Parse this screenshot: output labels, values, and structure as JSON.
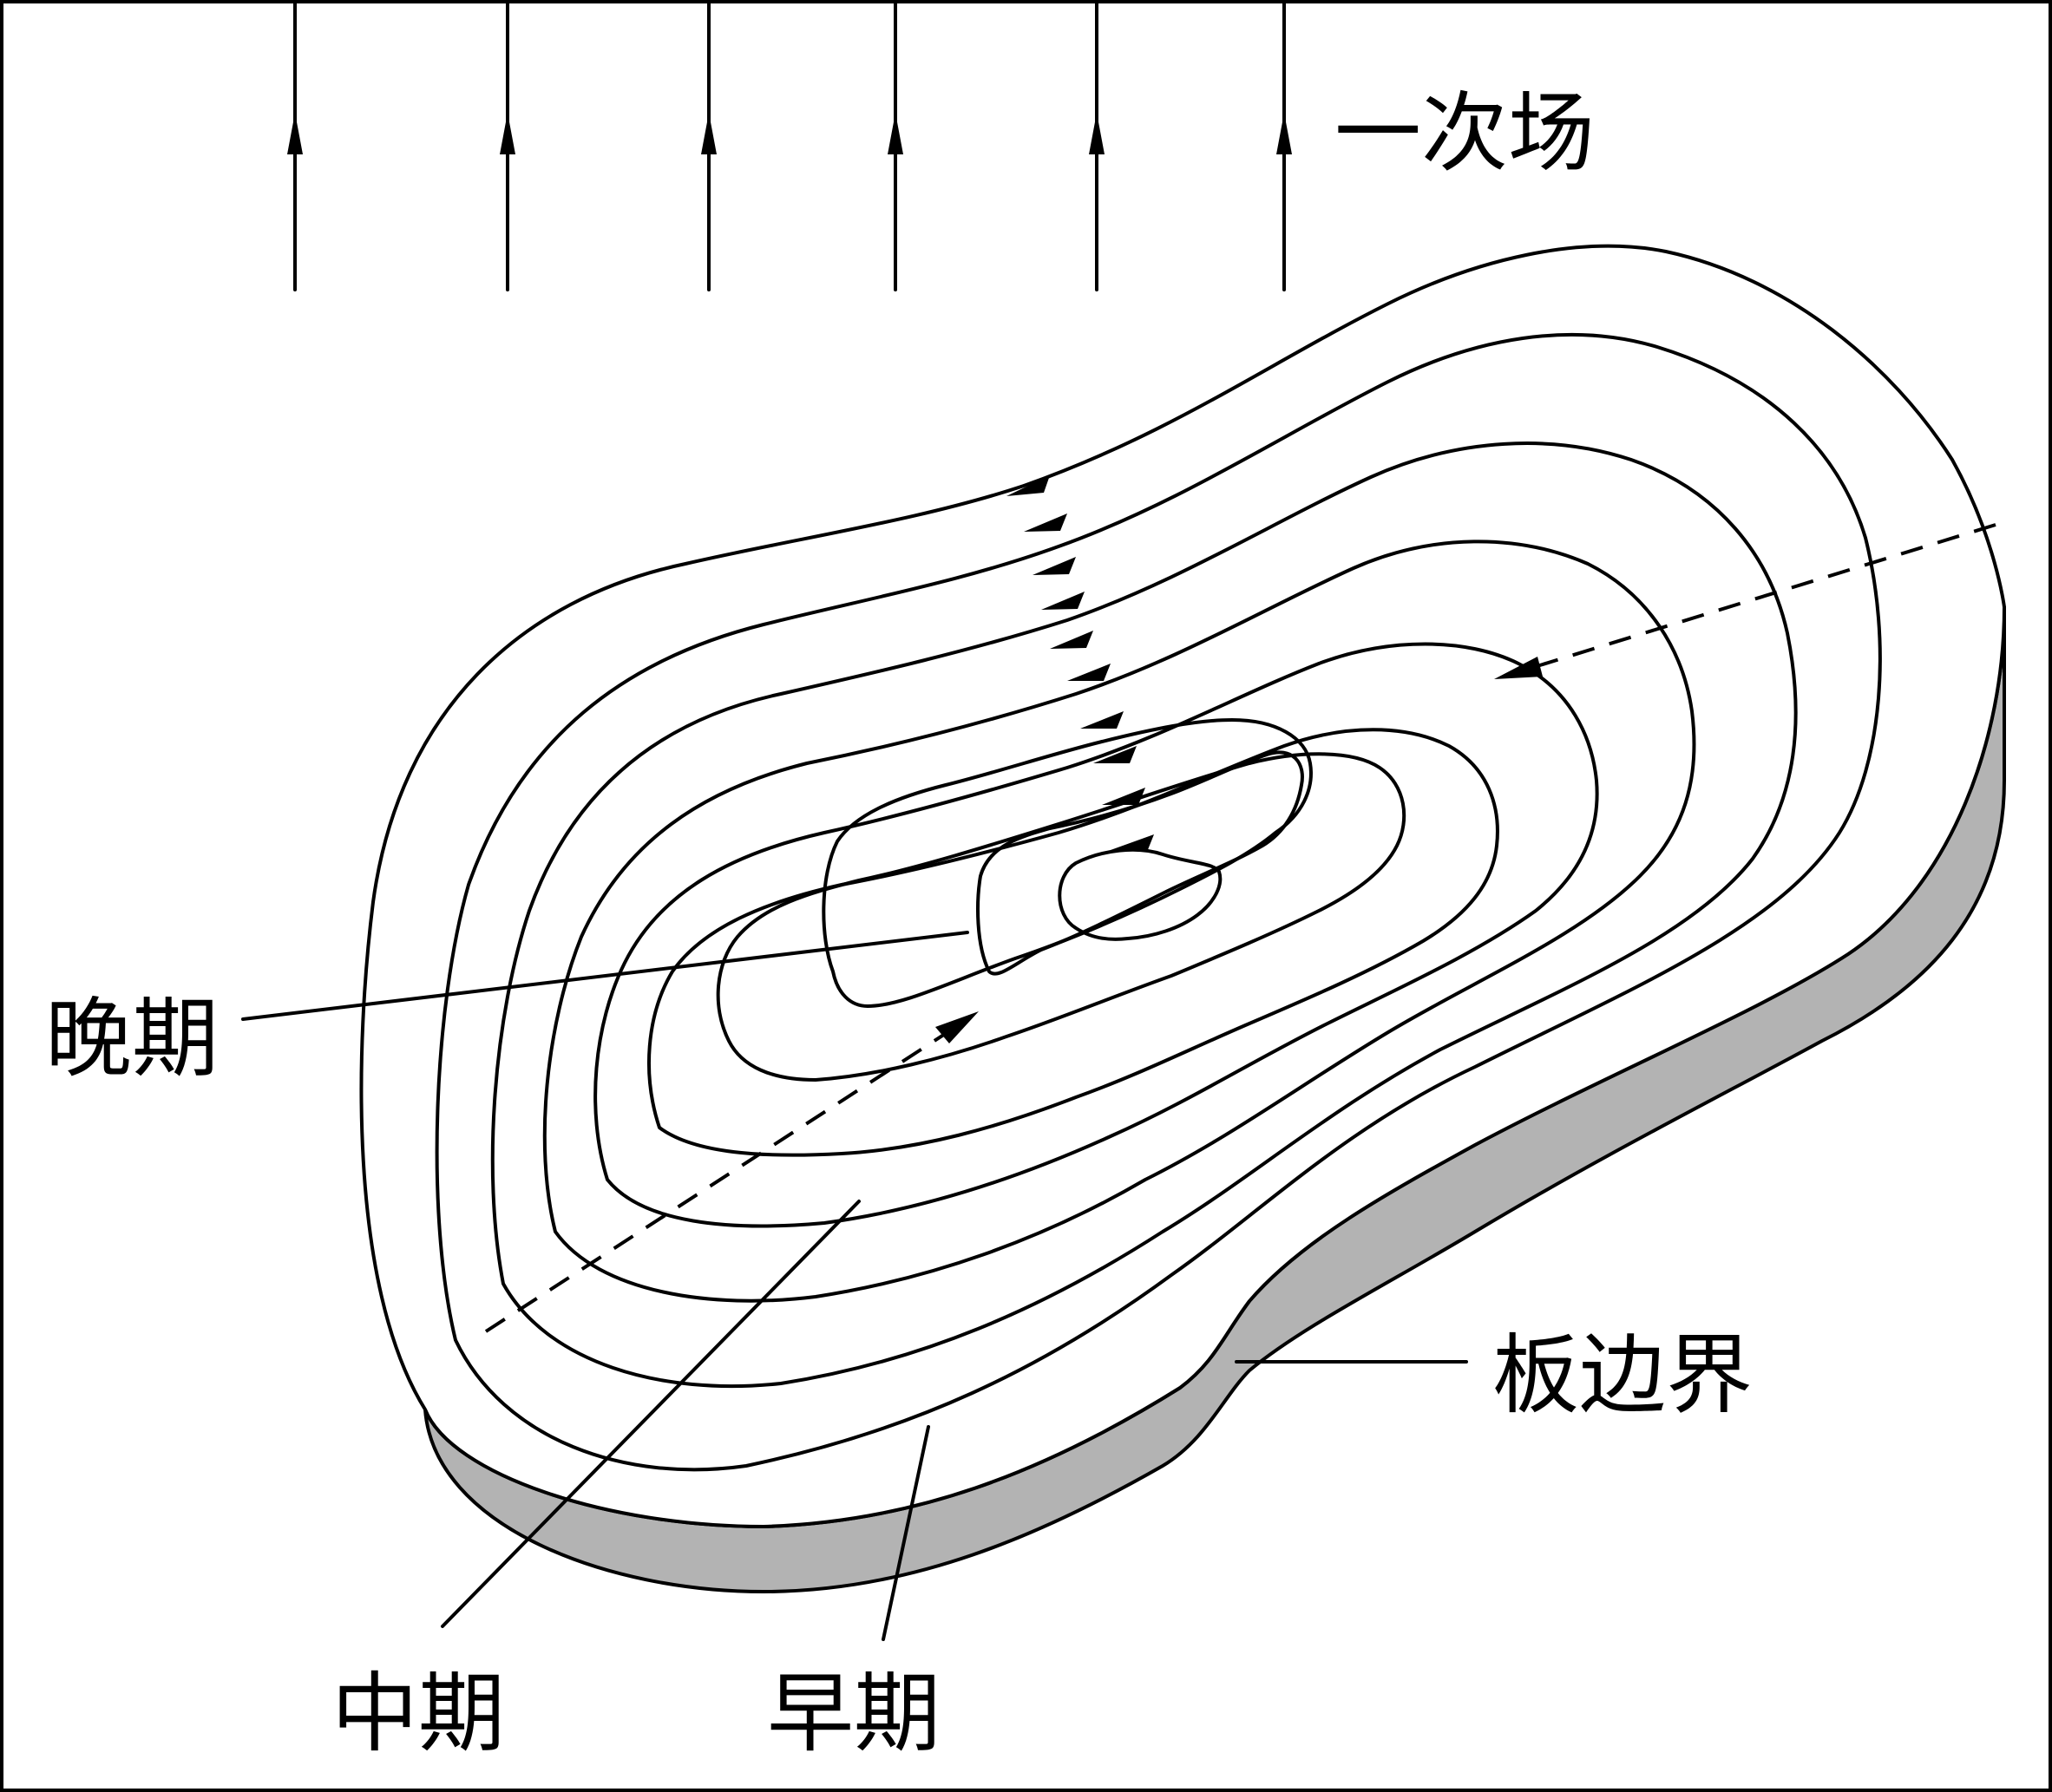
{
  "labels": {
    "primary_field": "一次场",
    "late": "晚期",
    "middle": "中期",
    "early": "早期",
    "plate_boundary": "板边界"
  },
  "colors": {
    "line": "#000000",
    "plate_side": "#b3b3b3",
    "background": "#ffffff"
  }
}
